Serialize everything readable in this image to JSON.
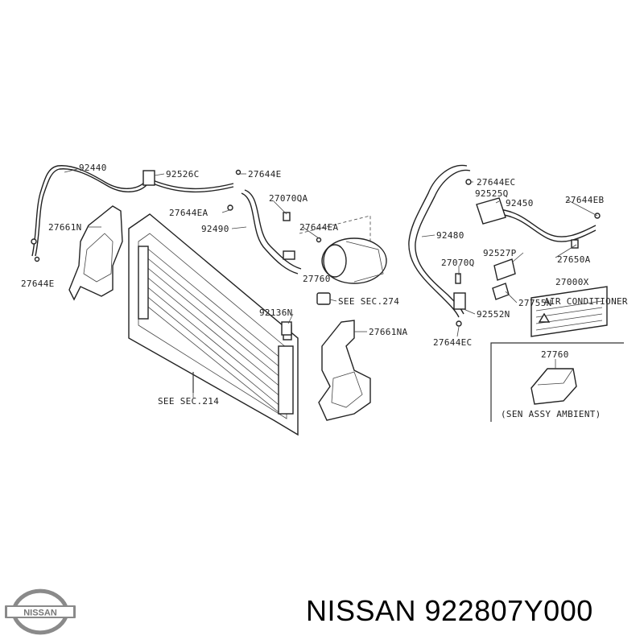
{
  "diagram": {
    "labels": {
      "p92440": "92440",
      "p92526c": "92526C",
      "p27644e_top": "27644E",
      "p27661n": "27661N",
      "p27644e_left": "27644E",
      "p27644ea_1": "27644EA",
      "p27070qa": "27070QA",
      "p92490": "92490",
      "p27644ea_2": "27644EA",
      "p27760": "27760",
      "see_sec_274": "SEE SEC.274",
      "p92136n": "92136N",
      "p27661na": "27661NA",
      "see_sec_214": "SEE SEC.214",
      "p27644ec_top": "27644EC",
      "p92525q": "92525Q",
      "p92450": "92450",
      "p27644eb": "27644EB",
      "p92480": "92480",
      "p92527p": "92527P",
      "p27650a": "27650A",
      "p27070q": "27070Q",
      "p27000x": "27000X",
      "p27755n": "27755N",
      "p92552n": "92552N",
      "p27644ec_bottom": "27644EC",
      "inset_part": "27760",
      "inset_caption": "(SEN ASSY AMBIENT)",
      "warning_label_title": "AIR CONDITIONER"
    }
  },
  "footer": {
    "logo_text": "NISSAN",
    "title": "NISSAN 922807Y000"
  },
  "colors": {
    "ink": "#222222",
    "logo_gray": "#8a8a8a"
  }
}
